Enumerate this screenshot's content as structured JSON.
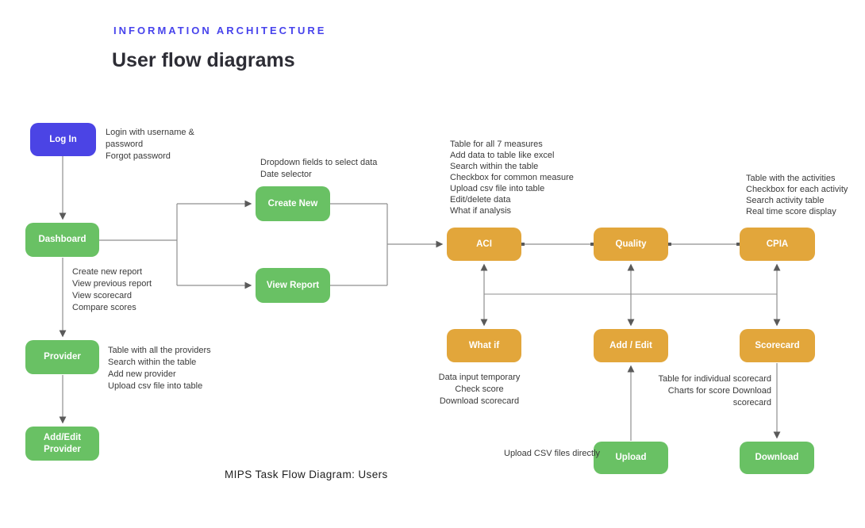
{
  "header": {
    "kicker": "INFORMATION ARCHITECTURE",
    "title": "User flow diagrams"
  },
  "caption": "MIPS Task Flow Diagram: Users",
  "colors": {
    "kicker": "#4743ec",
    "blue": "#4b44e5",
    "green": "#69c164",
    "orange": "#e2a63b",
    "wire": "#8f8f8f",
    "arrowhead": "#5a5a5a"
  },
  "nodes": {
    "login": {
      "label": "Log In"
    },
    "dashboard": {
      "label": "Dashboard"
    },
    "provider": {
      "label": "Provider"
    },
    "add_edit_provider": {
      "label": "Add/Edit\nProvider"
    },
    "create_new": {
      "label": "Create New"
    },
    "view_report": {
      "label": "View Report"
    },
    "aci": {
      "label": "ACI"
    },
    "quality": {
      "label": "Quality"
    },
    "cpia": {
      "label": "CPIA"
    },
    "what_if": {
      "label": "What if"
    },
    "add_edit": {
      "label": "Add / Edit"
    },
    "scorecard": {
      "label": "Scorecard"
    },
    "upload": {
      "label": "Upload"
    },
    "download": {
      "label": "Download"
    }
  },
  "annotations": {
    "login": "Login with username &\npassword\nForgot password",
    "dashboard": "Create new report\nView previous report\nView scorecard\nCompare scores",
    "provider": "Table with all the providers\nSearch within the table\nAdd new provider\nUpload csv file into table",
    "create_new": "Dropdown fields to select data\nDate selector",
    "aci": "Table for all 7 measures\nAdd data to table like excel\nSearch within the table\nCheckbox for common measure\nUpload csv file into table\nEdit/delete data\nWhat if analysis",
    "cpia": "Table with the activities\nCheckbox for each activity\nSearch activity table\nReal time score display",
    "what_if": "Data input temporary\nCheck score\nDownload scorecard",
    "scorecard": "Table for individual scorecard\nCharts for score Download\nscorecard",
    "upload": "Upload CSV files directly"
  }
}
